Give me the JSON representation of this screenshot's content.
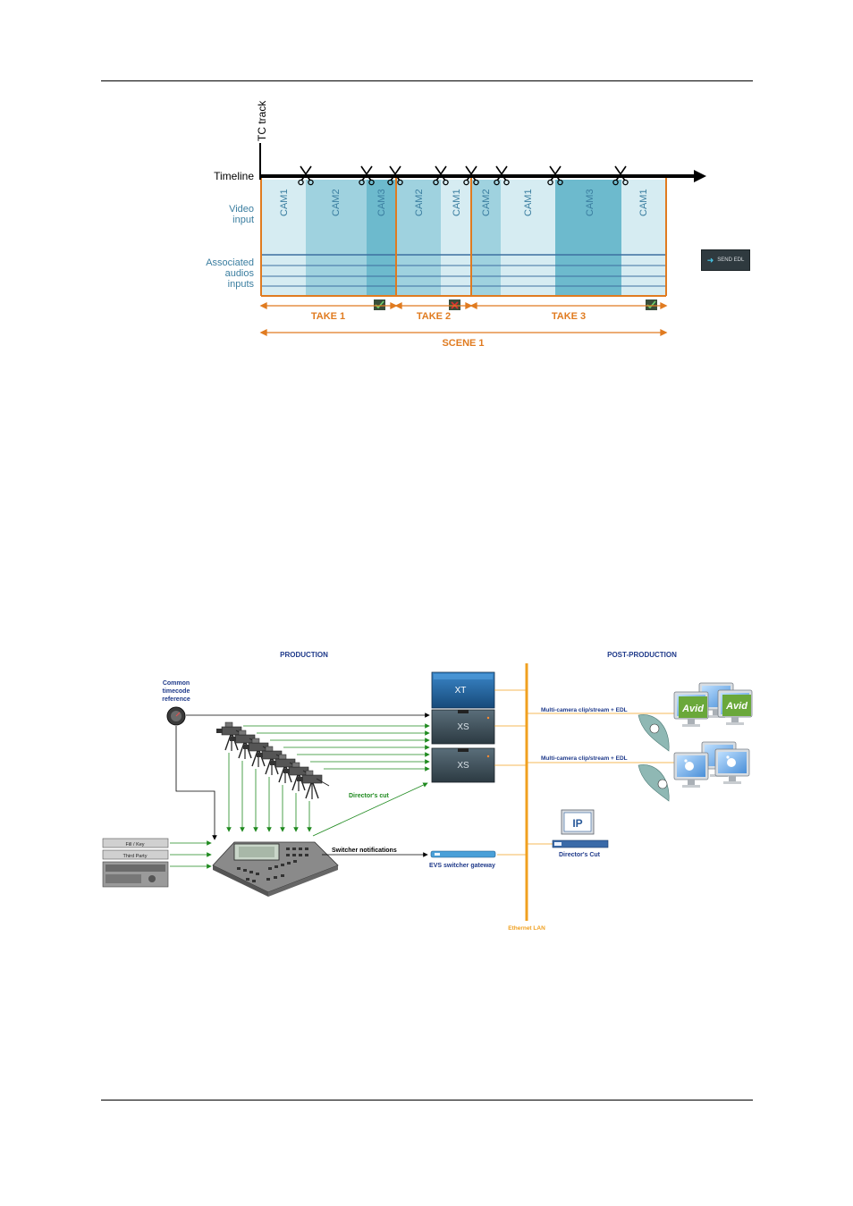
{
  "timeline_diagram": {
    "tc_track_label": "TC track",
    "timeline_label": "Timeline",
    "video_input_label": [
      "Video",
      "input"
    ],
    "audio_label": [
      "Associated",
      "audios",
      "inputs"
    ],
    "segments": [
      "CAM1",
      "CAM2",
      "CAM3",
      "CAM2",
      "CAM1",
      "CAM2",
      "CAM1",
      "CAM3",
      "CAM1"
    ],
    "takes": [
      {
        "label": "TAKE 1",
        "status": "ok"
      },
      {
        "label": "TAKE 2",
        "status": "rejected"
      },
      {
        "label": "TAKE 3",
        "status": "ok"
      }
    ],
    "scene_label": "SCENE 1",
    "send_edl_label": "SEND EDL",
    "colors": {
      "timeline": "#000000",
      "take_arrows": "#e07b20",
      "cam_light": "#d6ecf2",
      "cam_mid": "#9fd2df",
      "cam_dark": "#6dbacd",
      "label_blue": "#3b7ea0"
    }
  },
  "workflow_diagram": {
    "production_heading": "PRODUCTION",
    "postproduction_heading": "POST-PRODUCTION",
    "timecode_label": [
      "Common",
      "timecode",
      "reference"
    ],
    "source_labels": [
      "Fill / Key",
      "Third Party"
    ],
    "servers": [
      "XT",
      "XS",
      "XS"
    ],
    "directors_cut_label": "Director's cut",
    "switcher_notifications_label": "Switcher notifications",
    "gateway_label": "EVS switcher gateway",
    "ethernet_label": "Ethernet LAN",
    "output_links": [
      "Multi-camera clip/stream + EDL",
      "Multi-camera clip/stream + EDL"
    ],
    "avid_brand": "Avid",
    "ip_label": "IP",
    "directors_cut_output_label": "Director's Cut",
    "colors": {
      "heading": "#1f3a8a",
      "green_arrows": "#1f8a1f",
      "ethernet": "#f0a020",
      "server_blue": "#1d5a8e",
      "server_dark": "#3a4d58"
    }
  }
}
